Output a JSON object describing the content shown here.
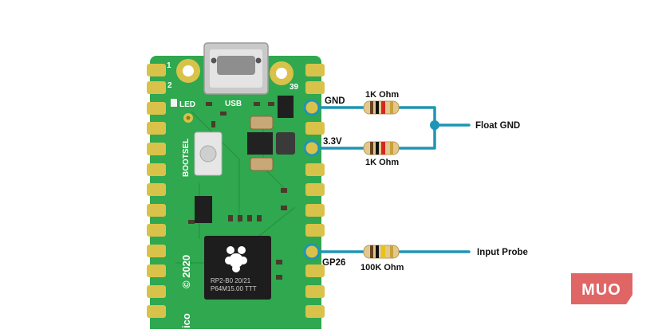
{
  "board": {
    "pin_1": "1",
    "pin_2": "2",
    "pin_39": "39",
    "led": "LED",
    "usb": "USB",
    "bootsel": "BOOTSEL",
    "year": "© 2020",
    "pico": "ico",
    "chip_line1": "RP2-B0   20/21",
    "chip_line2": "P64M15.00 TTT"
  },
  "pins": {
    "gnd": "GND",
    "v33": "3.3V",
    "gp26": "GP26"
  },
  "resistors": {
    "r1": "1K Ohm",
    "r2": "1K Ohm",
    "r3": "100K Ohm"
  },
  "outputs": {
    "float_gnd": "Float GND",
    "input_probe": "Input Probe"
  },
  "logo": "MUO",
  "colors": {
    "pcb": "#2fa84f",
    "pcb_dark": "#23883d",
    "pad_gold": "#d9c24a",
    "wire": "#1f95b5",
    "logo_bg": "#e06565"
  }
}
